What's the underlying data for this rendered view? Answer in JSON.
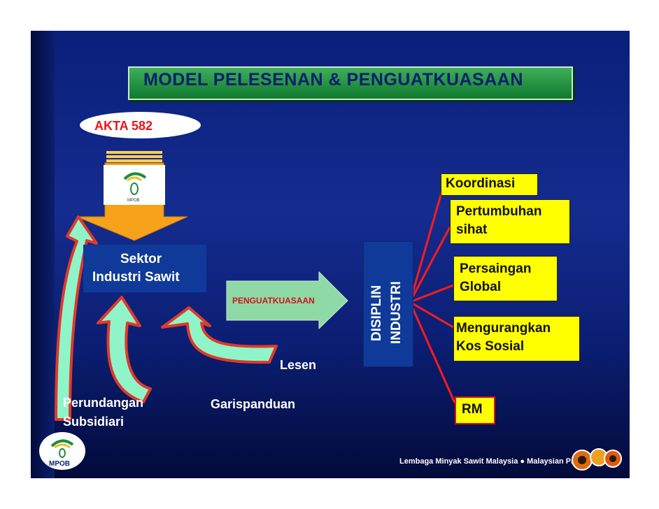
{
  "title": "MODEL PELESENAN & PENGUATKUASAAN",
  "akta": "AKTA 582",
  "sektor": [
    "Sektor",
    "Industri Sawit"
  ],
  "penguatkuasaan": "PENGUATKUASAAN",
  "disiplin": [
    "DISIPLIN",
    "INDUSTRI"
  ],
  "outcomes": {
    "koordinasi": "Koordinasi",
    "pertumbuhan": [
      "Pertumbuhan",
      "sihat"
    ],
    "persaingan": [
      "Persaingan",
      " Global"
    ],
    "mengurangkan": [
      "Mengurangkan",
      "Kos Sosial"
    ],
    "rm": "RM"
  },
  "inputs": {
    "lesen": "Lesen",
    "garispanduan": "Garispanduan",
    "perundangan": [
      "Perundangan",
      "Subsidiari"
    ]
  },
  "logo_text": "MPOB",
  "footer": "Lembaga Minyak Sawit Malaysia  ●  Malaysian Palm Oil Board",
  "colors": {
    "title_green": "#1c8c3c",
    "akta_red": "#e8161c",
    "box_yellow": "#ffff00",
    "arrow_orange": "#f7a21b",
    "arrow_mint": "#8ff5c8",
    "line_red": "#ff1a1a"
  }
}
